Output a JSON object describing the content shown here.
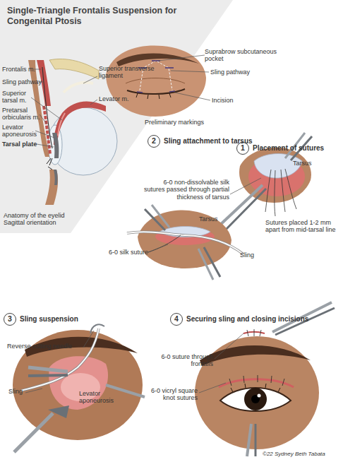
{
  "diagram": {
    "title": "Single-Triangle Frontalis Suspension for Congenital Ptosis",
    "nodes": [
      {
        "text": [
          "1",
          "Placement of sutures"
        ]
      },
      {
        "text": [
          "2",
          "Sling attachment to tarsus"
        ]
      },
      {
        "text": [
          "3",
          "Sling suspension"
        ]
      },
      {
        "text": [
          "4",
          "Securing sling and closing incisions"
        ]
      }
    ],
    "labels": [
      "Frontalis m.",
      "Sling pathway",
      "Superior tarsal m.",
      "Pretarsal orbicularis m.",
      "Levator aponeurosis",
      "Tarsal plate",
      "Superior transverse ligament",
      "Levator m.",
      "Anatomy of the eyelid Sagittal orientation",
      "Suprabrow subcutaneous pocket",
      "Sling pathway",
      "Incision",
      "Preliminary markings",
      "Tarsus",
      "6-0 non-dissolvable silk sutures passed through partial thickness of tarsus",
      "Sutures placed 1-2 mm apart from mid-tarsal line",
      "Tarsus",
      "Sling",
      "6-0 silk suture",
      "Reverse cutting needle",
      "Sling",
      "Levator aponeurosis",
      "6-0 suture through frontalis",
      "6-0 vicryl square knot sutures",
      "©22 Sydney Beth Tabata"
    ]
  }
}
